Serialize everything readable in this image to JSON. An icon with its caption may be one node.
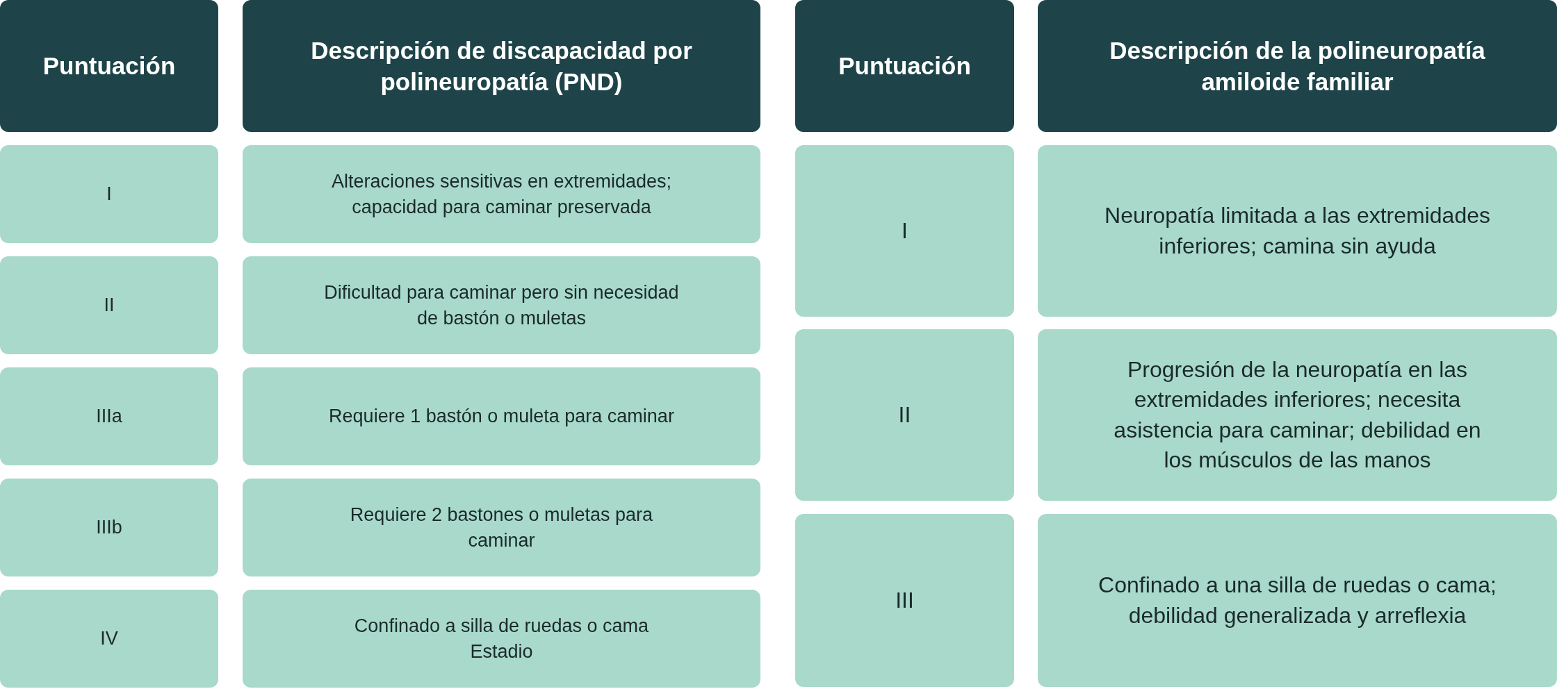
{
  "diagram": {
    "nodes": [
      {
        "text": [
          "Puntuación"
        ]
      },
      {
        "text": [
          "Descripción de discapacidad por polineuropatía (PND)"
        ]
      },
      {
        "text": [
          "I"
        ]
      },
      {
        "text": [
          "Alteraciones sensitivas en extremidades; capacidad para caminar preservada"
        ]
      },
      {
        "text": [
          "II"
        ]
      },
      {
        "text": [
          "Dificultad para caminar pero sin necesidad de bastón o muletas"
        ]
      },
      {
        "text": [
          "IIIa"
        ]
      },
      {
        "text": [
          "Requiere 1 bastón o muleta para caminar"
        ]
      },
      {
        "text": [
          "IIIb"
        ]
      },
      {
        "text": [
          "Requiere 2 bastones o muletas para caminar"
        ]
      },
      {
        "text": [
          "IV"
        ]
      },
      {
        "text": [
          "Confinado a silla de ruedas o cama Estadio"
        ]
      },
      {
        "text": [
          "Puntuación"
        ]
      },
      {
        "text": [
          "Descripción de la polineuropatía amiloide familiar"
        ]
      },
      {
        "text": [
          "I"
        ]
      },
      {
        "text": [
          "Neuropatía limitada a las extremidades inferiores; camina sin ayuda"
        ]
      },
      {
        "text": [
          "II"
        ]
      },
      {
        "text": [
          "Progresión de la neuropatía en las extremidades inferiores; necesita asistencia para caminar; debilidad en los músculos de las manos"
        ]
      },
      {
        "text": [
          "III"
        ]
      },
      {
        "text": [
          "Confinado a una silla de ruedas o cama; debilidad generalizada y arreflexia"
        ]
      }
    ]
  }
}
